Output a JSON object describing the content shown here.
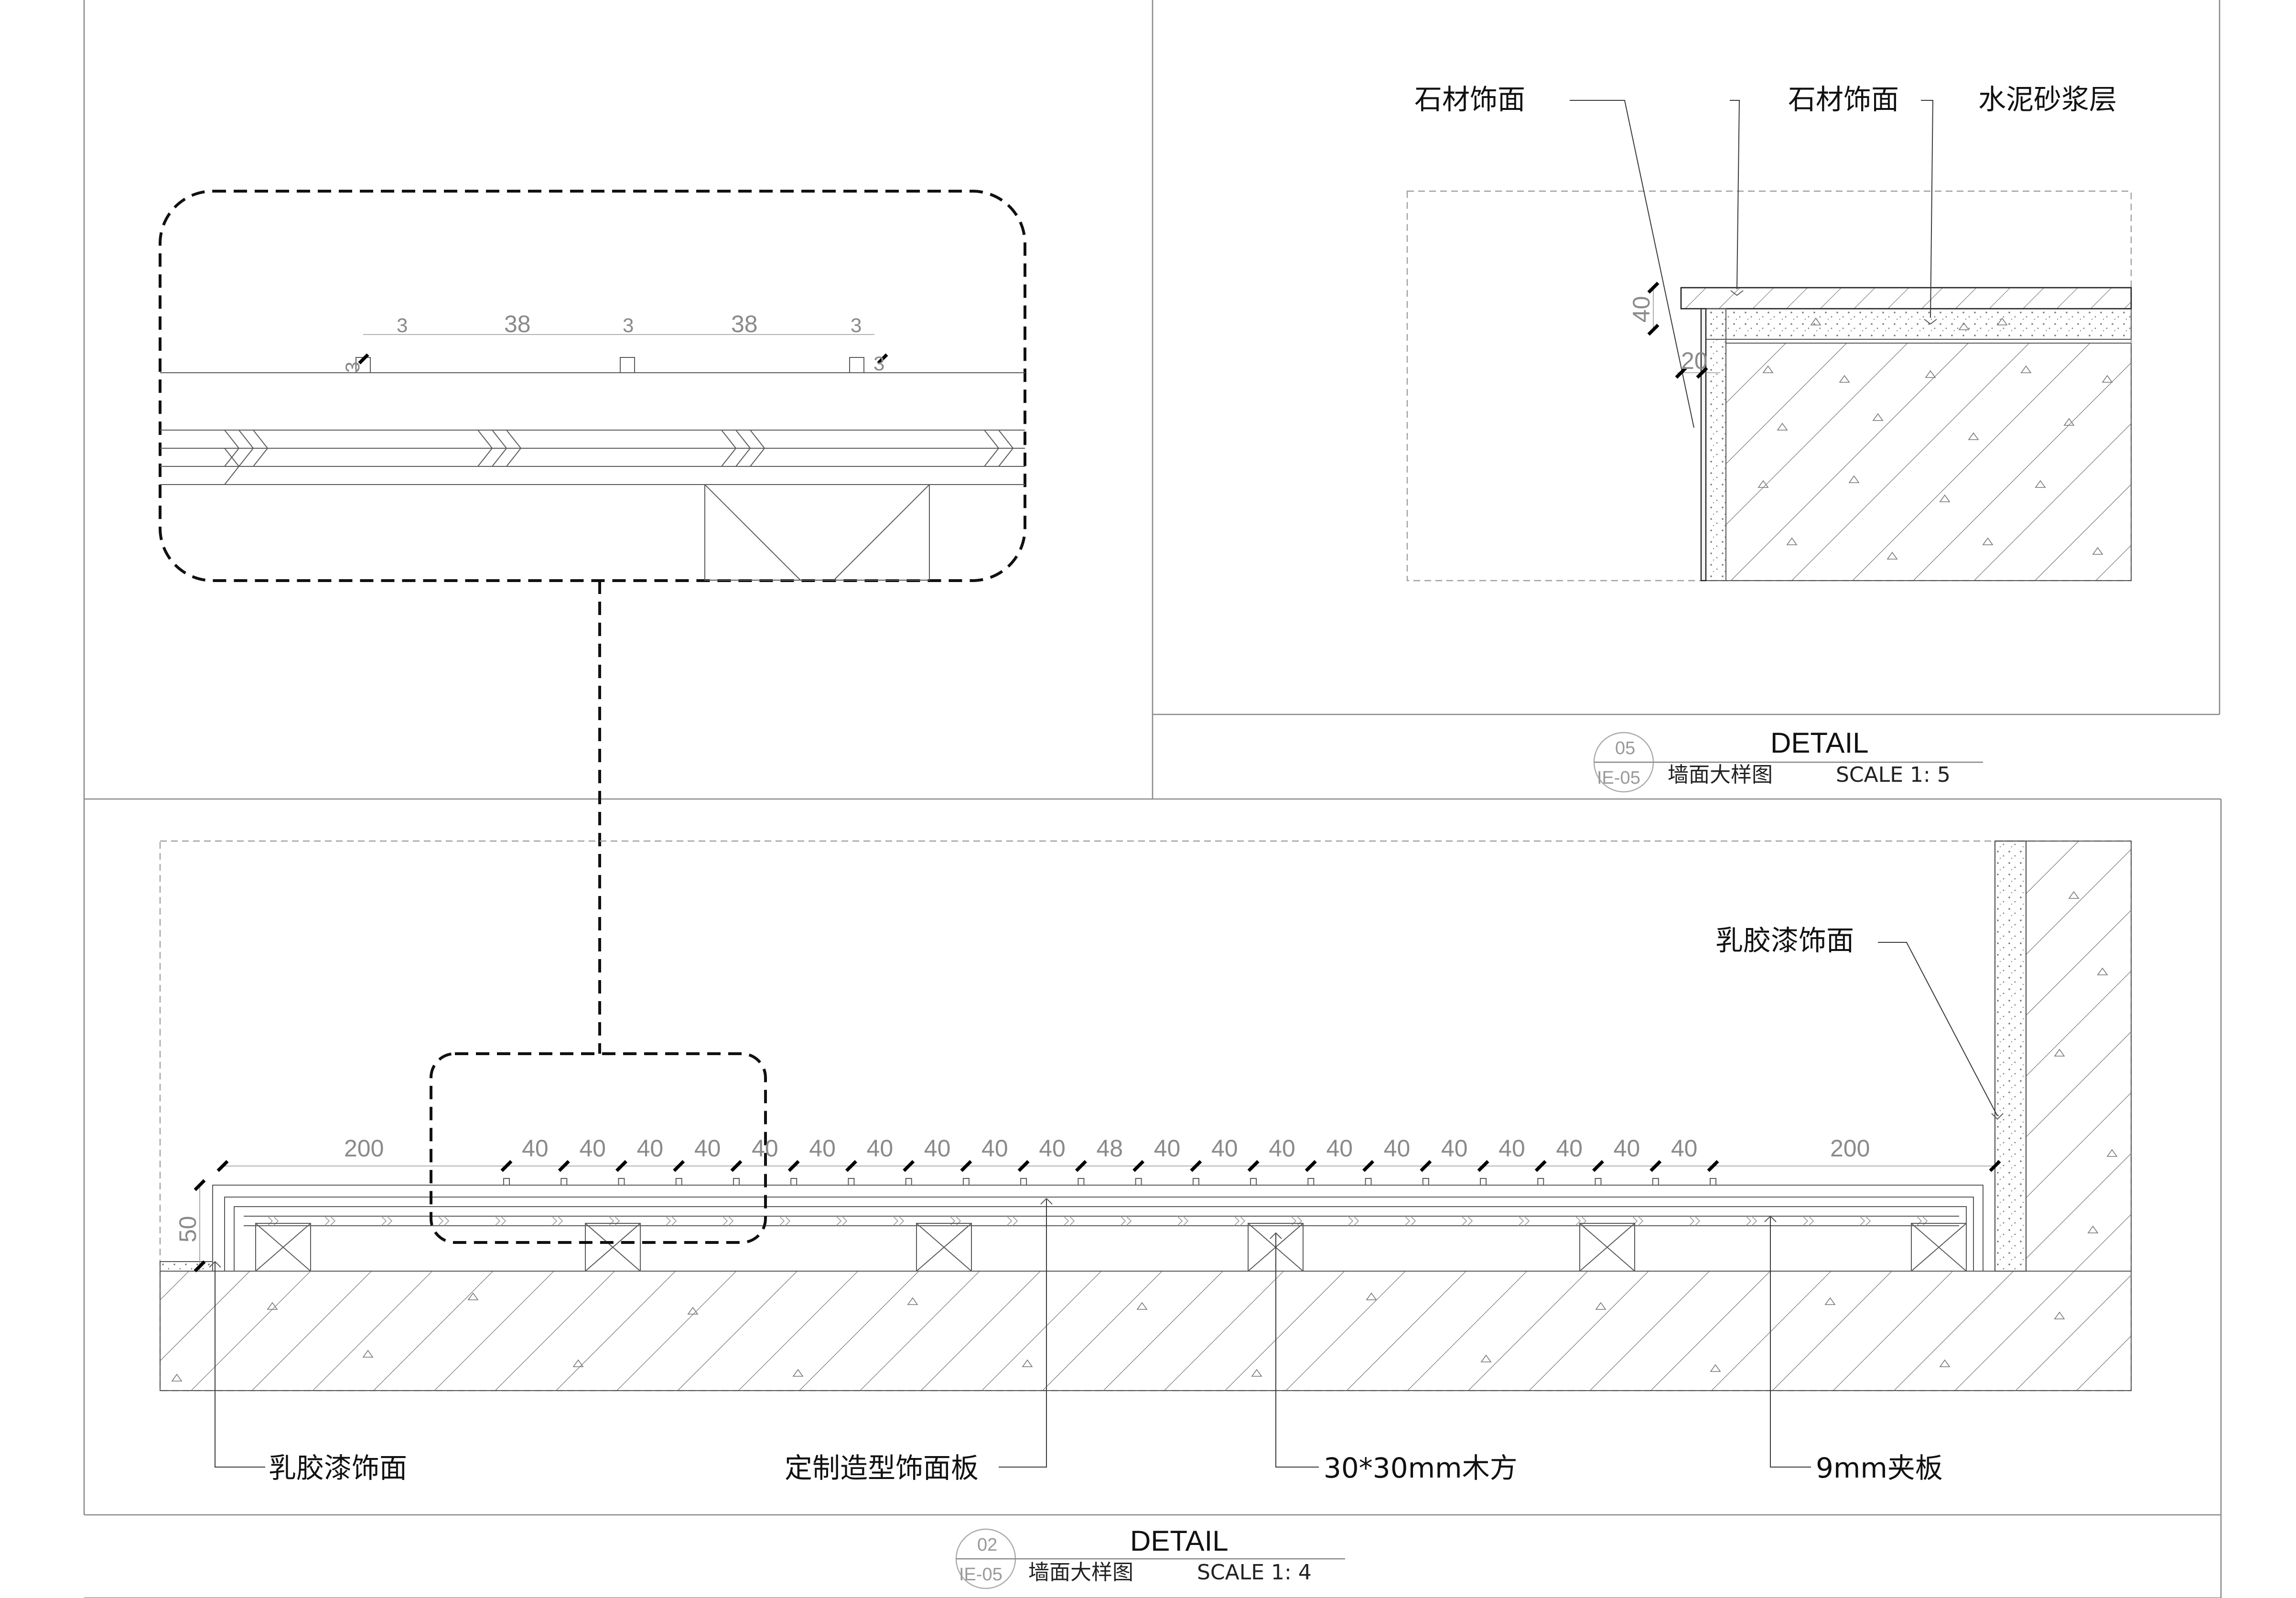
{
  "detail_top": {
    "labels": {
      "stone_left": "石材饰面",
      "stone_right": "石材饰面",
      "mortar": "水泥砂浆层"
    },
    "dims": {
      "d40": "40",
      "d20": "20"
    },
    "title": {
      "heading": "DETAIL",
      "sub": "墙面大样图",
      "scale": "SCALE  1: 5",
      "bubble_num": "05",
      "bubble_ref": "IE-05"
    }
  },
  "detail_bottom": {
    "labels": {
      "latex_right": "乳胶漆饰面",
      "latex_left": "乳胶漆饰面",
      "custom_panel": "定制造型饰面板",
      "wood_batten": "30*30mm木方",
      "plywood": "9mm夹板"
    },
    "dims": {
      "height_50": "50",
      "first": "200",
      "last": "200",
      "middle": [
        "40",
        "40",
        "40",
        "40",
        "40",
        "40",
        "40",
        "40",
        "40",
        "40",
        "48",
        "40",
        "40",
        "40",
        "40",
        "40",
        "40",
        "40",
        "40",
        "40",
        "40"
      ]
    },
    "title": {
      "heading": "DETAIL",
      "sub": "墙面大样图",
      "scale": "SCALE  1: 4",
      "bubble_num": "02",
      "bubble_ref": "IE-05"
    }
  },
  "zoom": {
    "dims": [
      "3",
      "38",
      "3",
      "38",
      "3",
      "3",
      "3"
    ]
  }
}
